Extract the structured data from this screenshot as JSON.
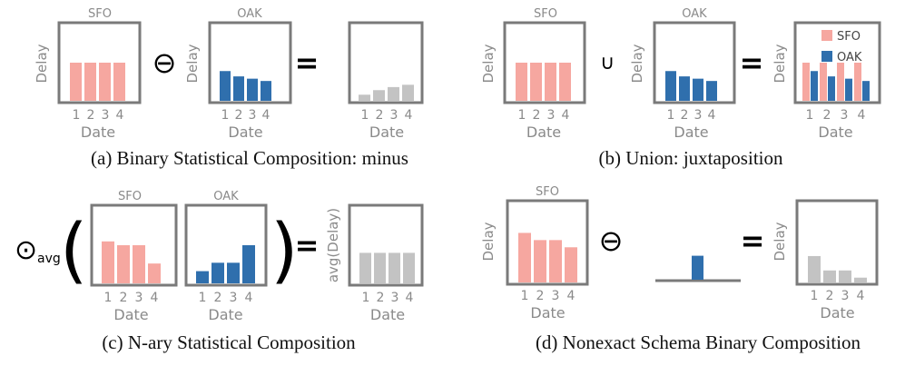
{
  "colors": {
    "sfo": "#f6a7a0",
    "oak": "#2f6fad",
    "result": "#c3c3c3",
    "frame": "#7a7a7a",
    "label": "#8a8a8a",
    "ink": "#000000"
  },
  "labels": {
    "sfo": "SFO",
    "oak": "OAK",
    "delay": "Delay",
    "avg_delay": "avg(Delay)",
    "date": "Date",
    "ticks": [
      "1",
      "2",
      "3",
      "4"
    ]
  },
  "operators": {
    "minus": "⊖",
    "union": "∪",
    "equals": "=",
    "odot": "⊙",
    "avg_sub": "avg",
    "lparen": "(",
    "rparen": ")"
  },
  "legend": {
    "sfo": "SFO",
    "oak": "OAK"
  },
  "captions": {
    "a": "(a) Binary Statistical Composition: minus",
    "b": "(b) Union: juxtaposition",
    "c": "(c) N-ary Statistical Composition",
    "d": "(d) Nonexact Schema Binary Composition"
  },
  "panels": {
    "a": {
      "sfo": [
        0.5,
        0.5,
        0.5,
        0.5
      ],
      "oak": [
        0.39,
        0.32,
        0.29,
        0.26
      ],
      "result": [
        0.08,
        0.14,
        0.18,
        0.21
      ]
    },
    "b": {
      "sfo": [
        0.5,
        0.5,
        0.5,
        0.5
      ],
      "oak": [
        0.39,
        0.32,
        0.29,
        0.26
      ],
      "result_sfo": [
        0.5,
        0.5,
        0.5,
        0.5
      ],
      "result_oak": [
        0.39,
        0.32,
        0.29,
        0.26
      ]
    },
    "c": {
      "sfo": [
        0.55,
        0.5,
        0.5,
        0.26
      ],
      "oak": [
        0.16,
        0.27,
        0.27,
        0.5
      ],
      "result": [
        0.4,
        0.4,
        0.4,
        0.4
      ]
    },
    "d": {
      "sfo": [
        0.62,
        0.53,
        0.53,
        0.44
      ],
      "oak_single": 0.3,
      "result": [
        0.33,
        0.15,
        0.15,
        0.06
      ]
    }
  }
}
